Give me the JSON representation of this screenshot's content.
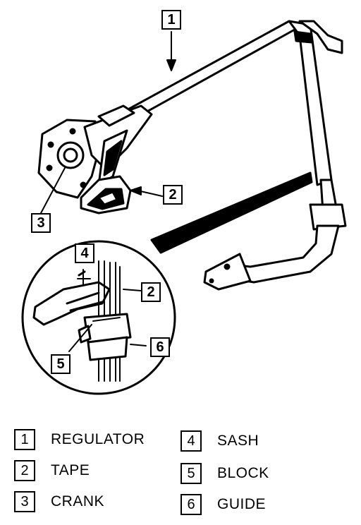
{
  "callouts": {
    "c1": "1",
    "c2_top": "2",
    "c3": "3",
    "c4": "4",
    "c2_detail": "2",
    "c5": "5",
    "c6": "6"
  },
  "legend": [
    {
      "number": "1",
      "label": "REGULATOR"
    },
    {
      "number": "2",
      "label": "TAPE"
    },
    {
      "number": "3",
      "label": "CRANK"
    },
    {
      "number": "4",
      "label": "SASH"
    },
    {
      "number": "5",
      "label": "BLOCK"
    },
    {
      "number": "6",
      "label": "GUIDE"
    }
  ]
}
